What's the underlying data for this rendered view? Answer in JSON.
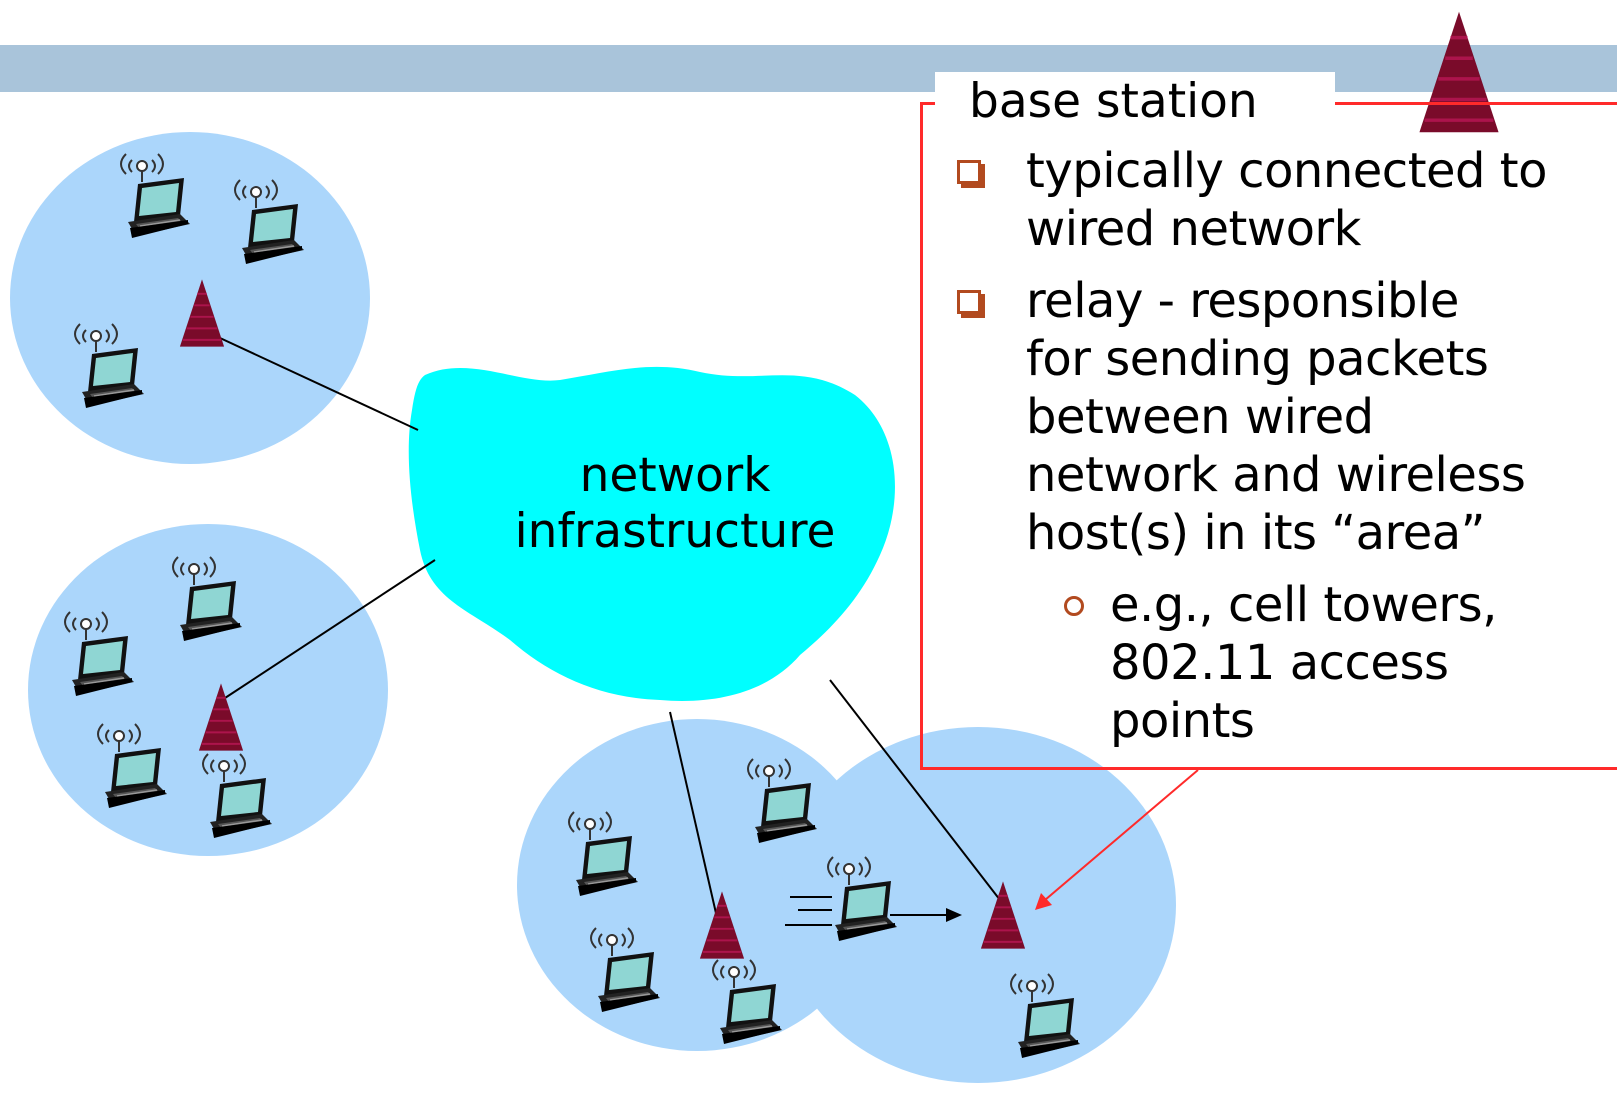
{
  "cloud": {
    "label_line1": "network",
    "label_line2": "infrastructure"
  },
  "callout": {
    "title": "base station",
    "bullet1_line1": "typically connected to",
    "bullet1_line2": "wired network",
    "bullet2_line1": "relay - responsible",
    "bullet2_line2": "for sending packets",
    "bullet2_line3": "between wired",
    "bullet2_line4": "network and wireless",
    "bullet2_line5": "host(s) in its “area”",
    "sub1_line1": "e.g., cell towers,",
    "sub1_line2": "802.11 access",
    "sub1_line3": "points"
  },
  "colors": {
    "header_bar": "#a9c4da",
    "cell": "#abd6fb",
    "cloud": "#00ffff",
    "tower": "#7a0b2a",
    "callout_border": "#ff2a2a",
    "bullet": "#b24a1f"
  },
  "icons": [
    "laptop-icon",
    "wireless-signal-icon",
    "base-station-tower-icon",
    "motion-lines-icon"
  ]
}
